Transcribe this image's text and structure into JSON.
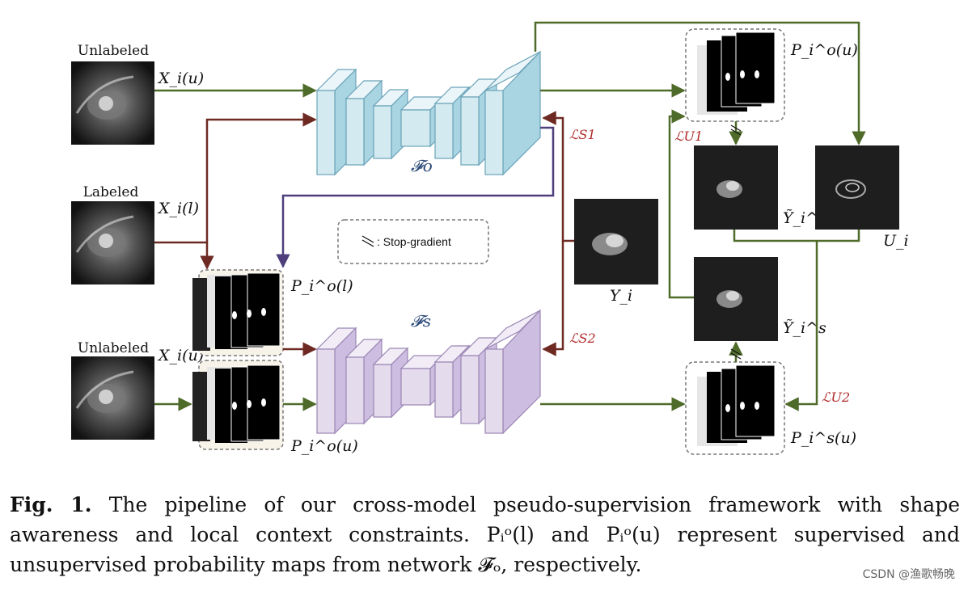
{
  "inputs": {
    "unlabeled_top": "Unlabeled",
    "labeled": "Labeled",
    "unlabeled_bottom": "Unlabeled"
  },
  "symbols": {
    "xi_u_top": "X_i(u)",
    "xi_l": "X_i(l)",
    "xi_u_bottom": "X_i(u)",
    "f_o": "𝓕o",
    "f_s": "𝓕s",
    "pio_u_top": "P_i^o(u)",
    "pio_l": "P_i^o(l)",
    "pio_u_bottom": "P_i^o(u)",
    "pis_u": "P_i^s(u)",
    "yi": "Y_i",
    "yi_tilde_o": "Ỹ_i^o",
    "yi_tilde_s": "Ỹ_i^s",
    "ui": "U_i"
  },
  "losses": {
    "ls1": "ℒS1",
    "ls2": "ℒS2",
    "lu1": "ℒU1",
    "lu2": "ℒU2"
  },
  "legend": {
    "stop_gradient": ": Stop-gradient"
  },
  "caption": {
    "label": "Fig. 1.",
    "text": "The pipeline of our cross-model pseudo-supervision framework with shape awareness and local context constraints. Pᵢᵒ(l) and Pᵢᵒ(u) represent supervised and unsupervised probability maps from network 𝓕ₒ, respectively."
  },
  "watermark": "CSDN @渔歌畅晚",
  "colors": {
    "green_arrow": "#4f6b2a",
    "brown_arrow": "#6e2a22",
    "purple_arrow": "#4e3f7c",
    "net_o_fill": "#d4eaf1",
    "net_s_fill": "#e4dbed",
    "loss_red": "#b02a2a"
  }
}
